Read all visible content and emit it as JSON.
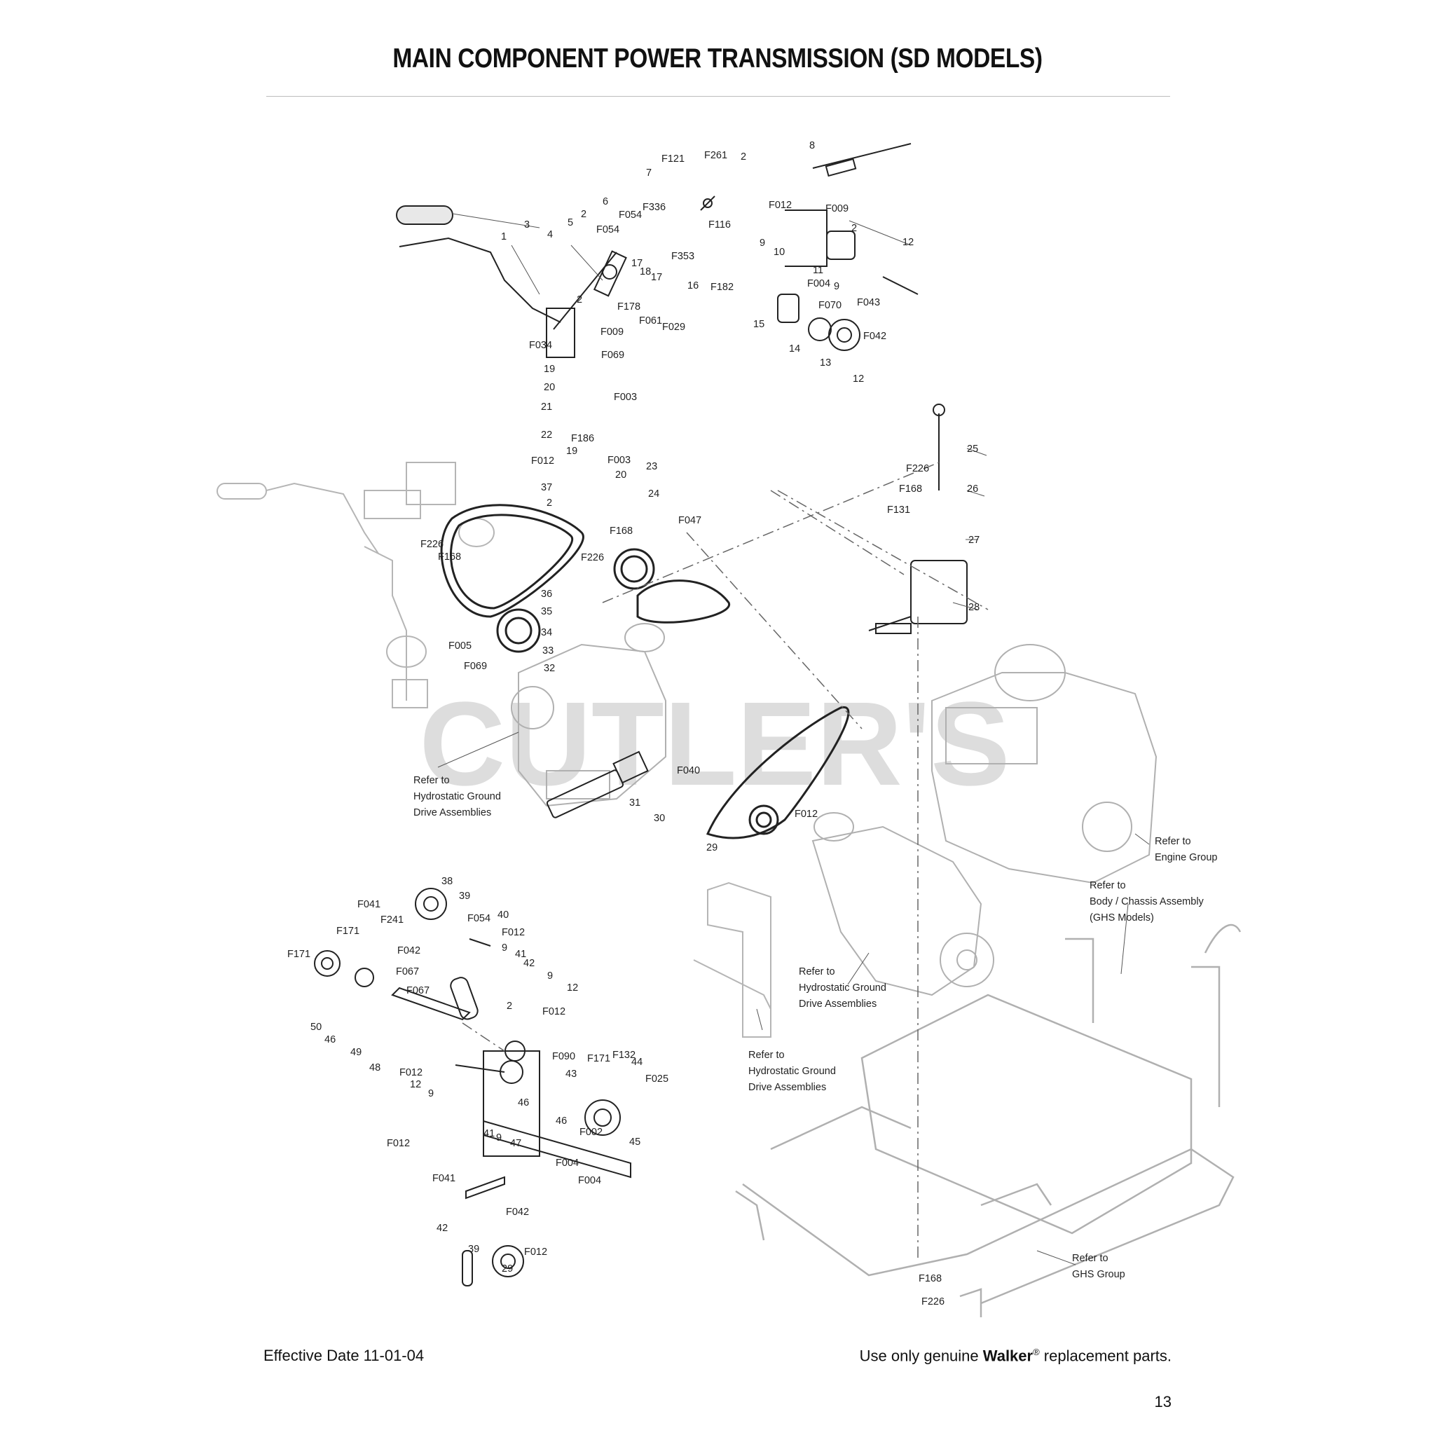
{
  "title": "MAIN COMPONENT POWER TRANSMISSION (SD MODELS)",
  "watermark": "CUTLER'S",
  "footer": {
    "effective_date": "Effective Date 11-01-04",
    "genuine_prefix": "Use only genuine ",
    "brand": "Walker",
    "registered": "®",
    "genuine_suffix": " replacement parts."
  },
  "page_number": "13",
  "references": [
    {
      "line1": "Refer to",
      "line2": "Hydrostatic Ground",
      "line3": "Drive Assemblies"
    },
    {
      "line1": "Refer to",
      "line2": "Engine Group",
      "line3": ""
    },
    {
      "line1": "Refer to",
      "line2": "Body / Chassis Assembly",
      "line3": "(GHS Models)"
    },
    {
      "line1": "Refer to",
      "line2": "Hydrostatic Ground",
      "line3": "Drive Assemblies"
    },
    {
      "line1": "Refer to",
      "line2": "Hydrostatic Ground",
      "line3": "Drive Assemblies"
    },
    {
      "line1": "Refer to",
      "line2": "GHS Group",
      "line3": ""
    }
  ],
  "callouts": {
    "upper": [
      "F121",
      "F261",
      "2",
      "8",
      "7",
      "3",
      "6",
      "F336",
      "1",
      "4",
      "5",
      "2",
      "F054",
      "F054",
      "F116",
      "F012",
      "F009",
      "2",
      "9",
      "10",
      "16",
      "F182",
      "11",
      "F004",
      "12",
      "F353",
      "17",
      "18",
      "17",
      "F178",
      "F061",
      "F029",
      "2",
      "F009",
      "F034",
      "F069",
      "19",
      "20",
      "F003",
      "F070",
      "15",
      "14",
      "13",
      "F042",
      "12",
      "F043",
      "9"
    ],
    "middle": [
      "21",
      "22",
      "F186",
      "19",
      "F003",
      "20",
      "23",
      "F012",
      "37",
      "2",
      "24",
      "F047",
      "F168",
      "F226",
      "F226",
      "F168",
      "36",
      "35",
      "34",
      "F005",
      "33",
      "F069",
      "32",
      "25",
      "F226",
      "F168",
      "26",
      "F131",
      "27",
      "28",
      "31",
      "F040",
      "F012",
      "30",
      "29"
    ],
    "lower": [
      "38",
      "39",
      "F041",
      "F241",
      "F054",
      "40",
      "F171",
      "F012",
      "F042",
      "9",
      "41",
      "42",
      "F171",
      "F067",
      "9",
      "12",
      "F067",
      "50",
      "46",
      "F012",
      "49",
      "2",
      "48",
      "F012",
      "F090",
      "F171",
      "F132",
      "44",
      "F025",
      "43",
      "12",
      "9",
      "46",
      "46",
      "F012",
      "F002",
      "45",
      "41",
      "9",
      "47",
      "F004",
      "F004",
      "F041",
      "F042",
      "42",
      "39",
      "29",
      "F012",
      "F168",
      "F226"
    ]
  }
}
